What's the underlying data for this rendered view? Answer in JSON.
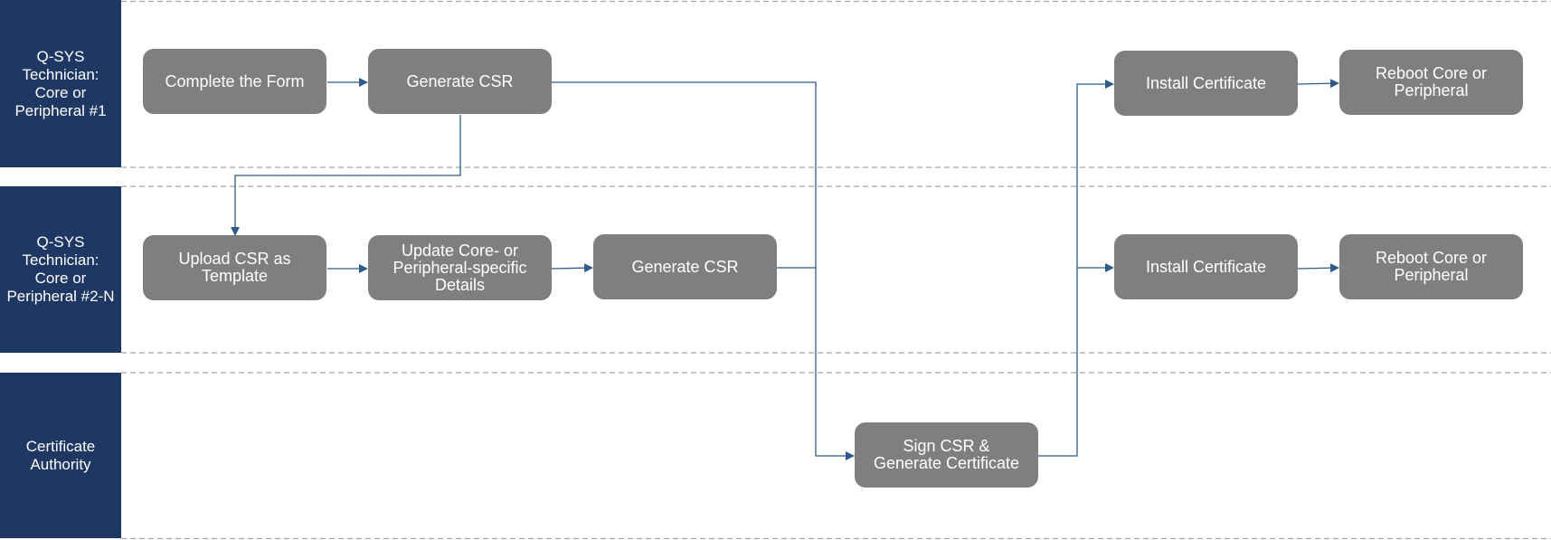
{
  "lanes": [
    {
      "label": "Q-SYS Technician: Core or Peripheral #1"
    },
    {
      "label": "Q-SYS Technician: Core or Peripheral #2-N"
    },
    {
      "label": "Certificate Authority"
    }
  ],
  "nodes": [
    {
      "label": "Complete the Form"
    },
    {
      "label": "Generate CSR"
    },
    {
      "label": "Install Certificate"
    },
    {
      "label": "Reboot Core or Peripheral"
    },
    {
      "label": "Upload CSR as Template"
    },
    {
      "label": "Update Core- or Peripheral-specific Details"
    },
    {
      "label": "Generate CSR"
    },
    {
      "label": "Install Certificate"
    },
    {
      "label": "Reboot Core or Peripheral"
    },
    {
      "label": "Sign CSR & Generate Certificate"
    }
  ],
  "colors": {
    "lane_label_bg": "#1f3763",
    "node_bg": "#7f7f7f",
    "connector": "#2e5b8a",
    "lane_border": "#a6a6a6"
  }
}
